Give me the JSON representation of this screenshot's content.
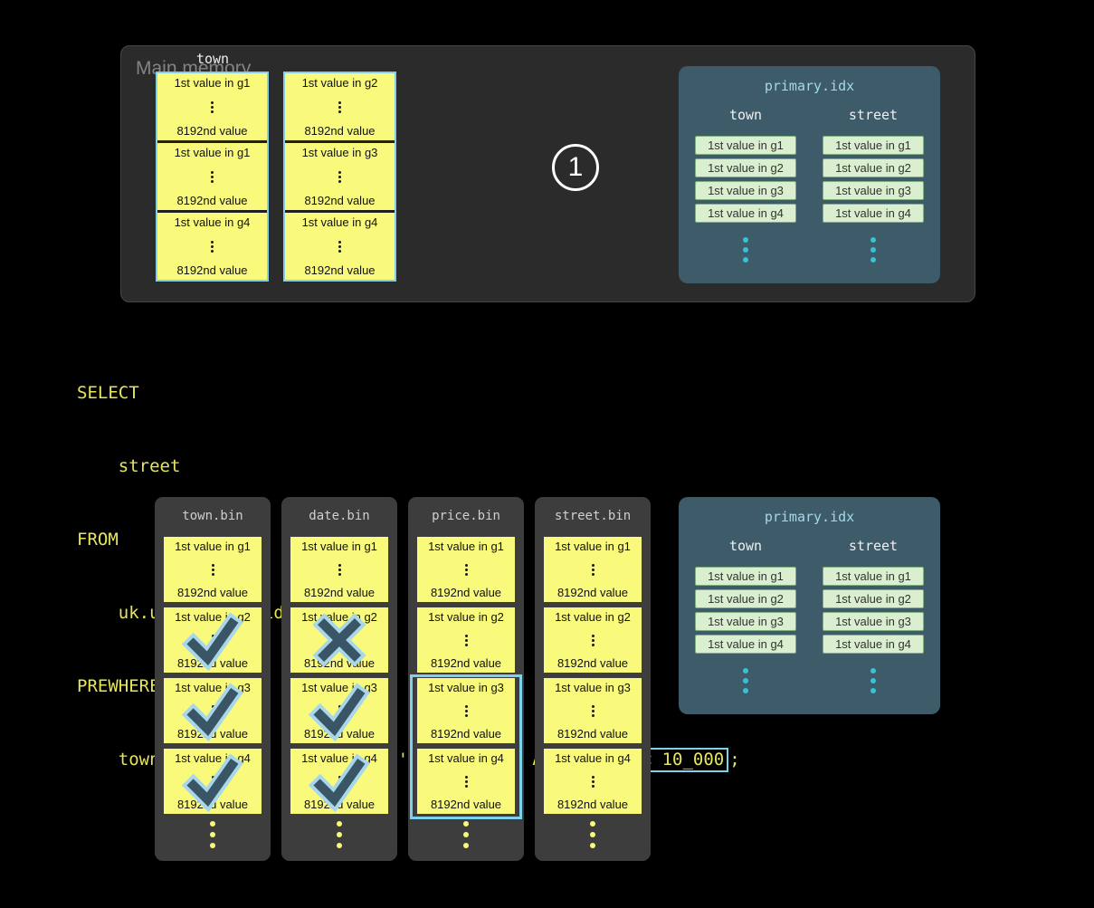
{
  "step": {
    "label": "1"
  },
  "main_memory": {
    "label": "Main memory",
    "column_label": "town",
    "stacks": [
      {
        "granules": [
          {
            "first": "1st value in g1",
            "last": "8192nd value"
          },
          {
            "first": "1st value in g1",
            "last": "8192nd value"
          },
          {
            "first": "1st value in g4",
            "last": "8192nd value"
          }
        ]
      },
      {
        "granules": [
          {
            "first": "1st value in g2",
            "last": "8192nd value"
          },
          {
            "first": "1st value in g3",
            "last": "8192nd value"
          },
          {
            "first": "1st value in g4",
            "last": "8192nd value"
          }
        ]
      }
    ]
  },
  "primary_index_top": {
    "title": "primary.idx",
    "columns": [
      {
        "name": "town",
        "entries": [
          "1st value in g1",
          "1st value in g2",
          "1st value in g3",
          "1st value in g4"
        ]
      },
      {
        "name": "street",
        "entries": [
          "1st value in g1",
          "1st value in g2",
          "1st value in g3",
          "1st value in g4"
        ]
      }
    ]
  },
  "primary_index_bottom": {
    "title": "primary.idx",
    "columns": [
      {
        "name": "town",
        "entries": [
          "1st value in g1",
          "1st value in g2",
          "1st value in g3",
          "1st value in g4"
        ]
      },
      {
        "name": "street",
        "entries": [
          "1st value in g1",
          "1st value in g2",
          "1st value in g3",
          "1st value in g4"
        ]
      }
    ]
  },
  "sql": {
    "line1": "SELECT",
    "line2": "    street",
    "line3": "FROM",
    "line4": "    uk.uk_price_paid_simple",
    "line5": "PREWHERE",
    "line6_prefix": "    town = 'LONDON' AND date > '2024-12-31' AND ",
    "line6_boxed": "price < 10_000",
    "line6_suffix": ";"
  },
  "bins": [
    {
      "title": "town.bin",
      "granules": [
        {
          "first": "1st value in g1",
          "last": "8192nd value"
        },
        {
          "first": "1st value in g2",
          "last": "8192nd value",
          "check": true
        },
        {
          "first": "1st value in g3",
          "last": "8192nd value",
          "check": true
        },
        {
          "first": "1st value in g4",
          "last": "8192nd value",
          "check": true
        }
      ]
    },
    {
      "title": "date.bin",
      "granules": [
        {
          "first": "1st value in g1",
          "last": "8192nd value"
        },
        {
          "first": "1st value in g2",
          "last": "8192nd value",
          "cross": true
        },
        {
          "first": "1st value in g3",
          "last": "8192nd value",
          "check": true
        },
        {
          "first": "1st value in g4",
          "last": "8192nd value",
          "check": true
        }
      ]
    },
    {
      "title": "price.bin",
      "highlight": true,
      "granules": [
        {
          "first": "1st value in g1",
          "last": "8192nd value"
        },
        {
          "first": "1st value in g2",
          "last": "8192nd value"
        },
        {
          "first": "1st value in g3",
          "last": "8192nd value"
        },
        {
          "first": "1st value in g4",
          "last": "8192nd value"
        }
      ]
    },
    {
      "title": "street.bin",
      "granules": [
        {
          "first": "1st value in g1",
          "last": "8192nd value"
        },
        {
          "first": "1st value in g2",
          "last": "8192nd value"
        },
        {
          "first": "1st value in g3",
          "last": "8192nd value"
        },
        {
          "first": "1st value in g4",
          "last": "8192nd value"
        }
      ]
    }
  ],
  "colors": {
    "accent_blue": "#7fd0ea",
    "granule_yellow": "#f9f97c",
    "sql_yellow": "#e6e65c",
    "index_panel": "#3e5b69",
    "index_entry_green": "#d9efcf",
    "mark_fill": "#3a5666",
    "mark_outline": "#a9d6e8"
  }
}
